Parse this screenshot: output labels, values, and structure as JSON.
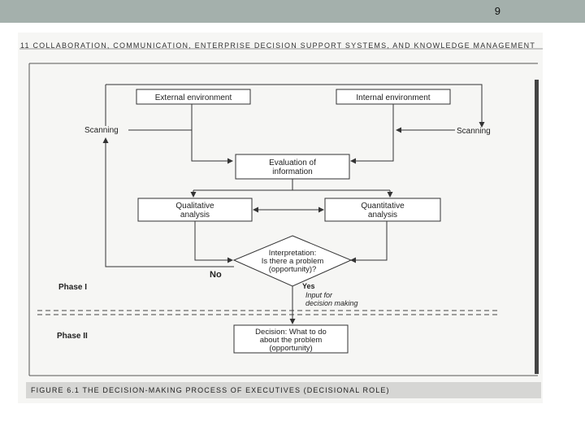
{
  "slide": {
    "page_number": "9",
    "topbar_color": "#a4b0ac"
  },
  "book": {
    "running_head": "11   COLLABORATION, COMMUNICATION, ENTERPRISE DECISION SUPPORT SYSTEMS, AND KNOWLEDGE MANAGEMENT",
    "caption": "FIGURE 6.1   THE DECISION-MAKING PROCESS OF EXECUTIVES (DECISIONAL ROLE)"
  },
  "diagram": {
    "external": "External environment",
    "internal": "Internal environment",
    "scanning_left": "Scanning",
    "scanning_right": "Scanning",
    "evaluation": [
      "Evaluation of",
      "information"
    ],
    "qualitative": [
      "Qualitative",
      "analysis"
    ],
    "quantitative": [
      "Quantitative",
      "analysis"
    ],
    "interpretation": [
      "Interpretation:",
      "Is there a problem",
      "(opportunity)?"
    ],
    "no": "No",
    "yes": "Yes",
    "input": [
      "Input for",
      "decision making"
    ],
    "phase1": "Phase I",
    "phase2": "Phase II",
    "decision": [
      "Decision: What to do",
      "about the problem",
      "(opportunity)"
    ]
  }
}
